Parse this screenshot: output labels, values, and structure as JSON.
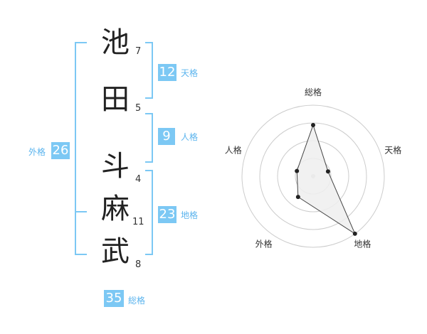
{
  "name": {
    "chars": [
      {
        "char": "池",
        "strokes": "7"
      },
      {
        "char": "田",
        "strokes": "5"
      },
      {
        "char": "斗",
        "strokes": "4"
      },
      {
        "char": "麻",
        "strokes": "11"
      },
      {
        "char": "武",
        "strokes": "8"
      }
    ]
  },
  "kaku": {
    "ten": {
      "value": "12",
      "label": "天格"
    },
    "jin": {
      "value": "9",
      "label": "人格"
    },
    "chi": {
      "value": "23",
      "label": "地格"
    },
    "gai": {
      "value": "26",
      "label": "外格"
    },
    "sou": {
      "value": "35",
      "label": "総格"
    }
  },
  "colors": {
    "accent": "#7cc8f4",
    "accent_text": "#5bb4ee",
    "ring": "#cccccc",
    "fill": "#eeeeee",
    "stroke": "#444444"
  },
  "chart_data": {
    "type": "radar",
    "axes": [
      "総格",
      "天格",
      "地格",
      "外格",
      "人格"
    ],
    "values": [
      0.72,
      0.22,
      1.0,
      0.36,
      0.24
    ],
    "rings": 4
  }
}
